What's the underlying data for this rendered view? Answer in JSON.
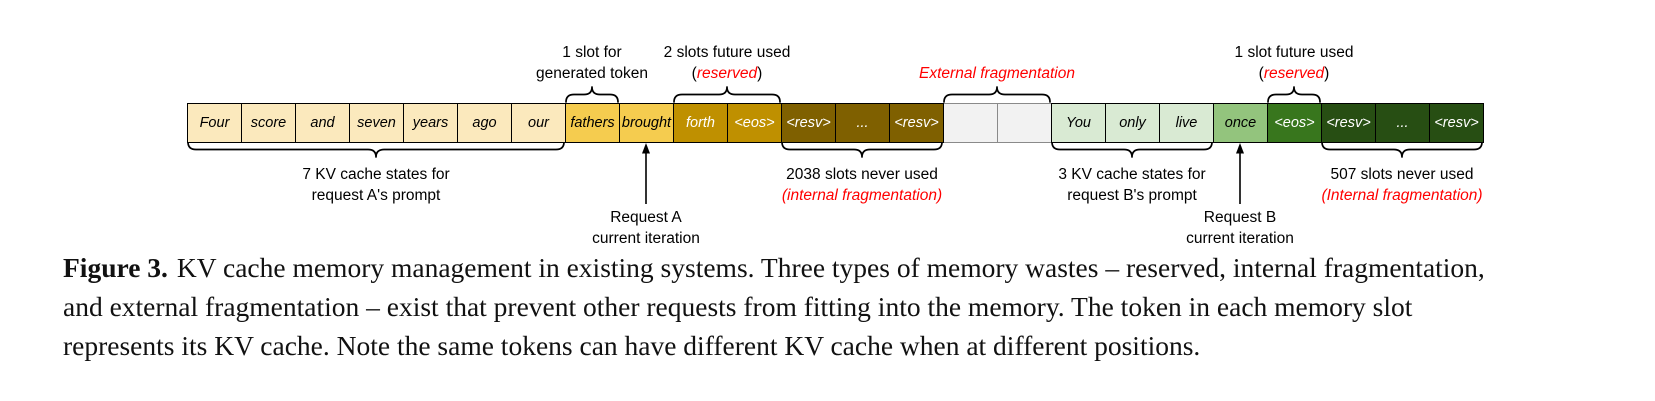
{
  "colors": {
    "cream": "#FBE9BD",
    "gold": "#F5CC4F",
    "dark_gold": "#BF9000",
    "brown": "#7F6000",
    "empty_gray": "#F2F2F2",
    "empty_border": "#8A8A8A",
    "light_green": "#D9EAD3",
    "med_green": "#93C47D",
    "dark_green": "#38761D",
    "darkest_green": "#274E13",
    "annotation_red": "#FF0000",
    "cell_border": "#000000"
  },
  "slots": [
    {
      "text": "Four",
      "role": "cream"
    },
    {
      "text": "score",
      "role": "cream"
    },
    {
      "text": "and",
      "role": "cream"
    },
    {
      "text": "seven",
      "role": "cream"
    },
    {
      "text": "years",
      "role": "cream"
    },
    {
      "text": "ago",
      "role": "cream"
    },
    {
      "text": "our",
      "role": "cream"
    },
    {
      "text": "fathers",
      "role": "gold"
    },
    {
      "text": "brought",
      "role": "gold"
    },
    {
      "text": "forth",
      "role": "dark_gold"
    },
    {
      "text": "<eos>",
      "role": "dark_gold"
    },
    {
      "text": "<resv>",
      "role": "brown"
    },
    {
      "text": "...",
      "role": "brown"
    },
    {
      "text": "<resv>",
      "role": "brown"
    },
    {
      "text": "",
      "role": "empty"
    },
    {
      "text": "",
      "role": "empty"
    },
    {
      "text": "You",
      "role": "light_green"
    },
    {
      "text": "only",
      "role": "light_green"
    },
    {
      "text": "live",
      "role": "light_green"
    },
    {
      "text": "once",
      "role": "med_green"
    },
    {
      "text": "<eos>",
      "role": "dark_green"
    },
    {
      "text": "<resv>",
      "role": "darkest_green"
    },
    {
      "text": "...",
      "role": "darkest_green"
    },
    {
      "text": "<resv>",
      "role": "darkest_green"
    }
  ],
  "top_annotations": [
    {
      "id": "generated-token",
      "brace": {
        "start": 7,
        "span": 1
      },
      "lines": [
        {
          "text": "1 slot for"
        },
        {
          "text": "generated token"
        }
      ]
    },
    {
      "id": "reserved-a",
      "brace": {
        "start": 9,
        "span": 2
      },
      "lines": [
        {
          "text": "2 slots future used"
        },
        {
          "prefix": "(",
          "red": "reserved",
          "suffix": ")"
        }
      ]
    },
    {
      "id": "external-fragmentation",
      "brace": {
        "start": 14,
        "span": 2
      },
      "lines": [
        {
          "red": "External fragmentation"
        }
      ]
    },
    {
      "id": "reserved-b",
      "brace": {
        "start": 20,
        "span": 1
      },
      "lines": [
        {
          "text": "1 slot future used"
        },
        {
          "prefix": "(",
          "red": "reserved",
          "suffix": ")"
        }
      ]
    }
  ],
  "bottom_annotations": [
    {
      "id": "prompt-a",
      "brace": {
        "start": 0,
        "span": 7
      },
      "lines": [
        {
          "text": "7 KV cache states for"
        },
        {
          "text": "request A's prompt"
        }
      ]
    },
    {
      "id": "internal-fragmentation-a",
      "brace": {
        "start": 11,
        "span": 3
      },
      "lines": [
        {
          "text": "2038 slots never used"
        },
        {
          "red_full": "(internal fragmentation)"
        }
      ]
    },
    {
      "id": "prompt-b",
      "brace": {
        "start": 16,
        "span": 3
      },
      "lines": [
        {
          "text": "3 KV cache states for"
        },
        {
          "text": "request B's prompt"
        }
      ]
    },
    {
      "id": "internal-fragmentation-b",
      "brace": {
        "start": 21,
        "span": 3
      },
      "lines": [
        {
          "text": "507 slots never used"
        },
        {
          "red_full": "(Internal fragmentation)"
        }
      ]
    }
  ],
  "pointers": [
    {
      "id": "request-a-current-iteration",
      "slot": 8,
      "lines": [
        "Request A",
        "current iteration"
      ]
    },
    {
      "id": "request-b-current-iteration",
      "slot": 19,
      "lines": [
        "Request B",
        "current iteration"
      ]
    }
  ],
  "caption": {
    "label": "Figure 3.",
    "lines": [
      "KV cache memory management in existing systems. Three types of memory wastes – reserved, internal fragmentation,",
      "and external fragmentation – exist that prevent other requests from fitting into the memory. The token in each memory slot",
      "represents its KV cache. Note the same tokens can have different KV cache when at different positions."
    ]
  }
}
